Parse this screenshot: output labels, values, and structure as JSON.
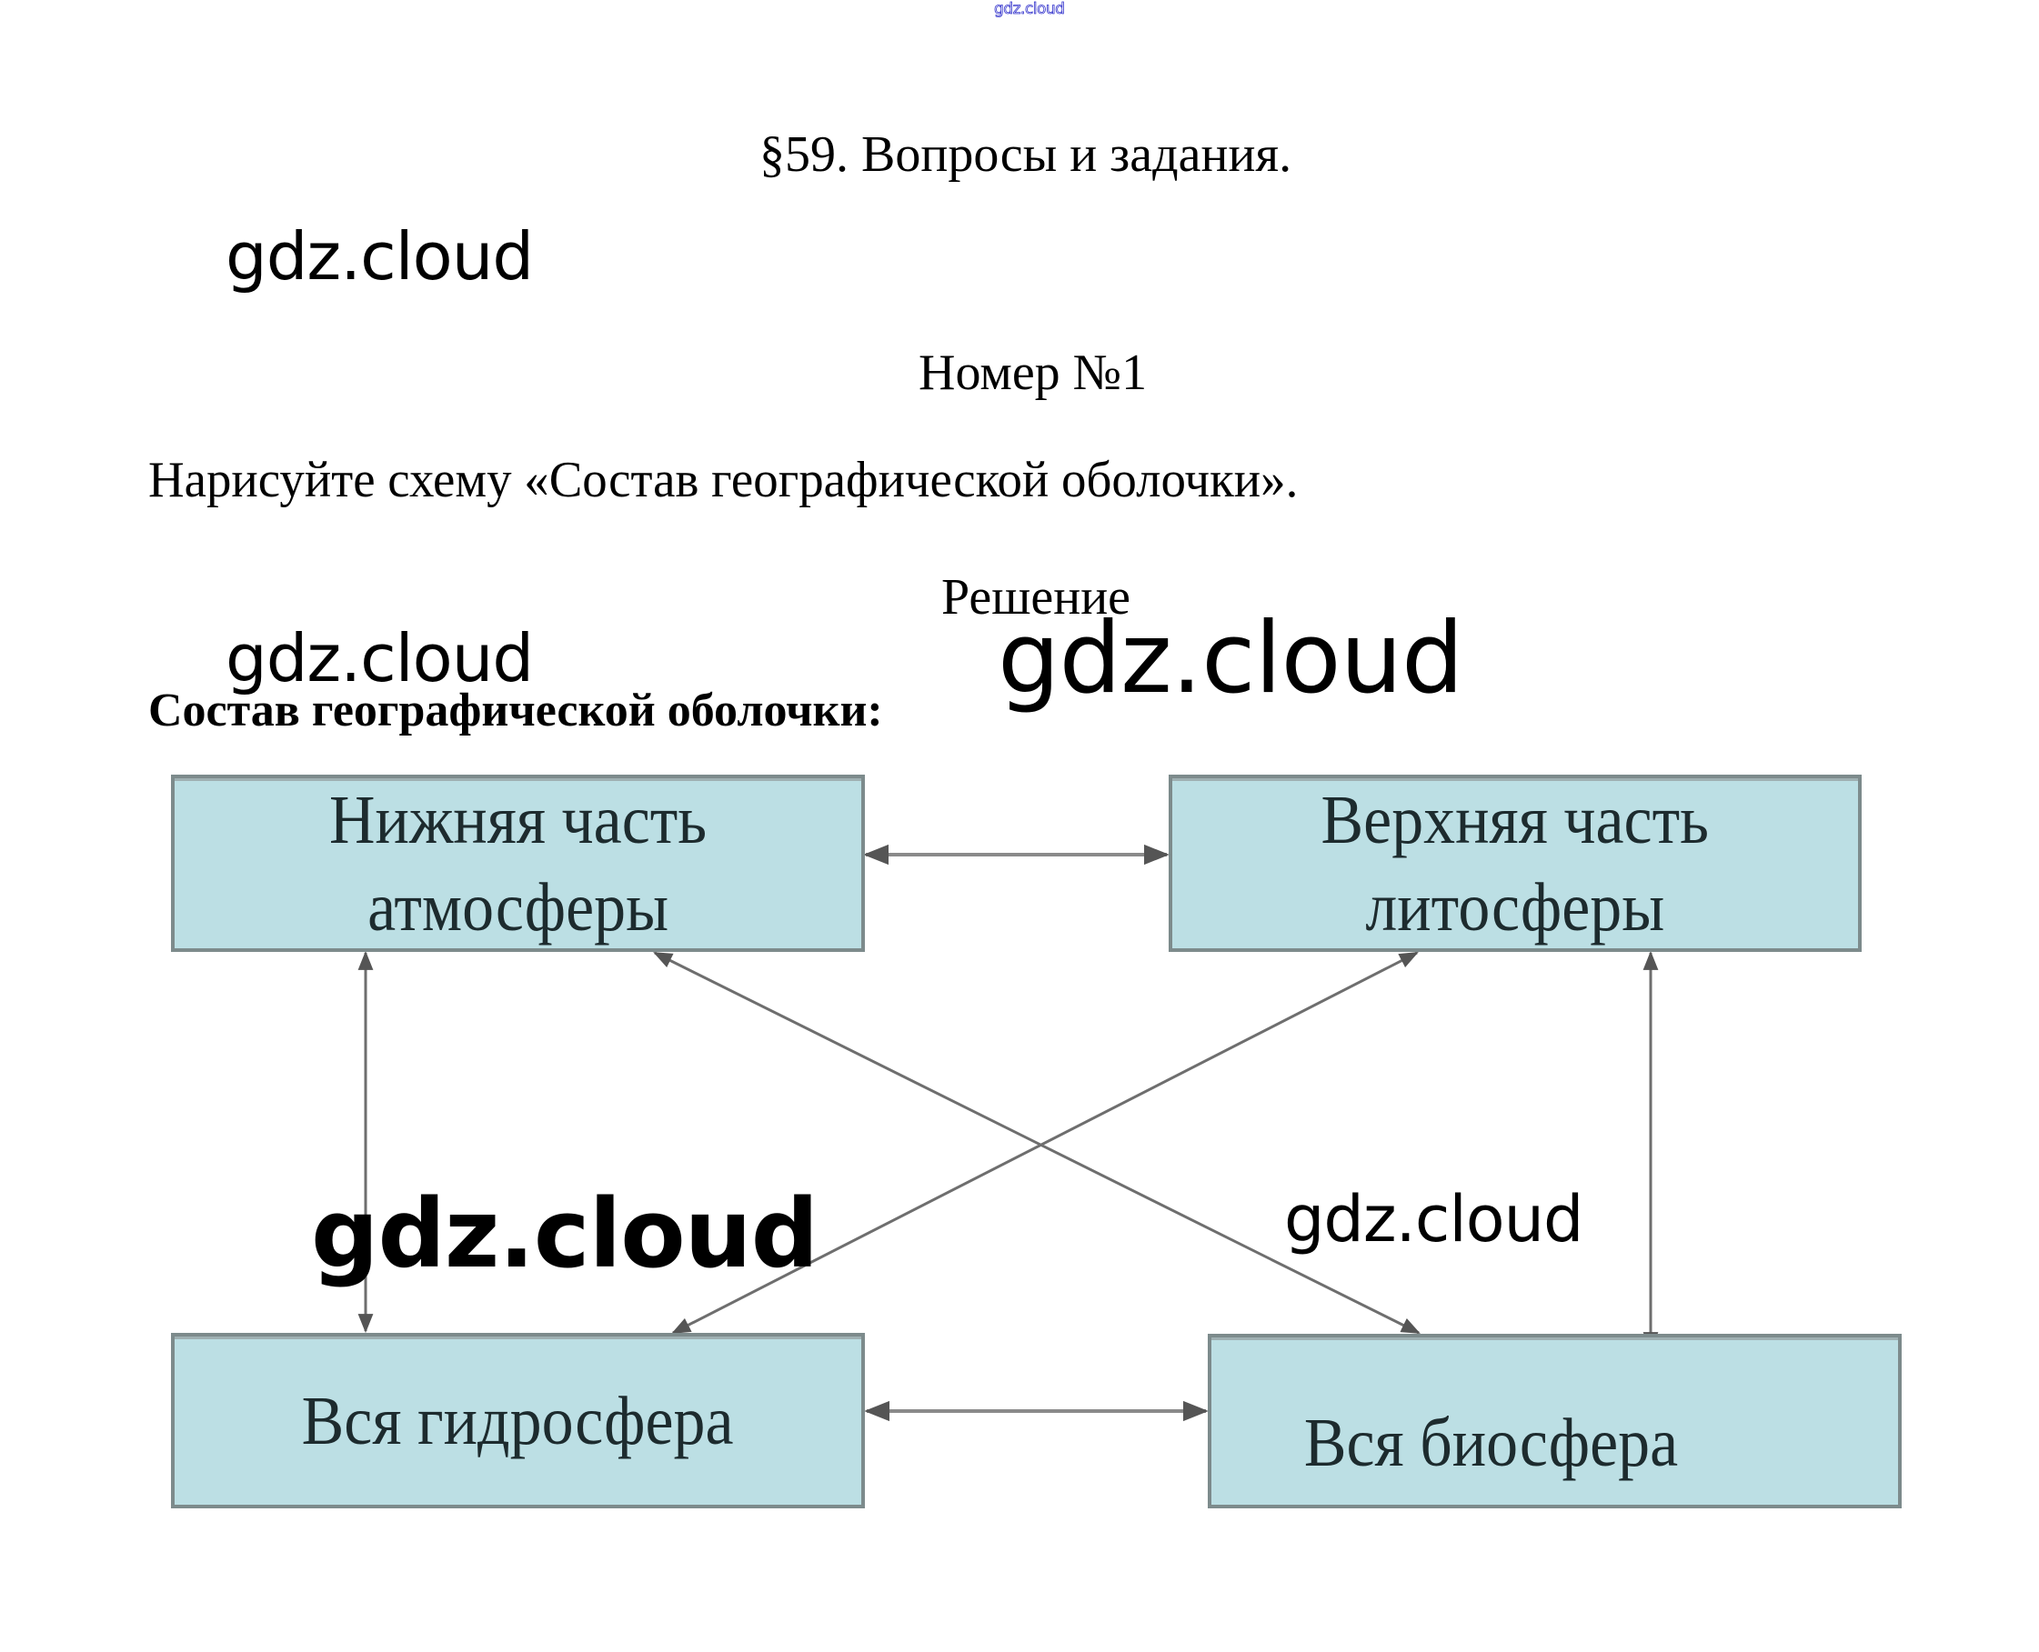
{
  "watermark_top": "gdz.cloud",
  "watermarks": [
    "gdz.cloud",
    "gdz.cloud",
    "gdz.cloud",
    "gdz.cloud",
    "gdz.cloud"
  ],
  "section_title": "§59. Вопросы и задания.",
  "exercise_number": "Номер №1",
  "task_text": "Нарисуйте схему «Состав географической оболочки».",
  "solution_label": "Решение",
  "diagram": {
    "heading": "Состав географической оболочки:",
    "box_color": "#bcdfe4",
    "border_color": "#7d8b8c",
    "nodes": {
      "atmosphere": {
        "line1": "Нижняя часть",
        "line2": "атмосферы"
      },
      "lithosphere": {
        "line1": "Верхняя часть",
        "line2": "литосферы"
      },
      "hydrosphere": {
        "label": "Вся гидросфера"
      },
      "biosphere": {
        "label": "Вся биосфера"
      }
    },
    "links": [
      {
        "from": "atmosphere",
        "to": "lithosphere",
        "type": "bidirectional"
      },
      {
        "from": "atmosphere",
        "to": "hydrosphere",
        "type": "bidirectional"
      },
      {
        "from": "atmosphere",
        "to": "biosphere",
        "type": "bidirectional"
      },
      {
        "from": "lithosphere",
        "to": "hydrosphere",
        "type": "bidirectional"
      },
      {
        "from": "lithosphere",
        "to": "biosphere",
        "type": "bidirectional"
      },
      {
        "from": "hydrosphere",
        "to": "biosphere",
        "type": "bidirectional"
      }
    ]
  }
}
